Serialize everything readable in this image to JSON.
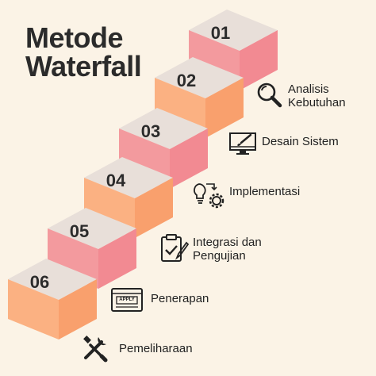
{
  "title": {
    "line1": "Metode",
    "line2": "Waterfall"
  },
  "colors": {
    "background": "#FBF3E6",
    "top_face": "#E8DFD9",
    "pink": "#F39A9E",
    "pink_dark": "#F28A92",
    "orange": "#FBB182",
    "orange_dark": "#F9A06D",
    "text": "#2B2B2B"
  },
  "steps": [
    {
      "number": "01",
      "label_lines": [
        "Analisis",
        "Kebutuhan"
      ],
      "icon": "magnifier-icon",
      "color": "pink"
    },
    {
      "number": "02",
      "label_lines": [
        "Desain Sistem"
      ],
      "icon": "monitor-brush-icon",
      "color": "orange"
    },
    {
      "number": "03",
      "label_lines": [
        "Implementasi"
      ],
      "icon": "bulb-gear-icon",
      "color": "pink"
    },
    {
      "number": "04",
      "label_lines": [
        "Integrasi dan",
        "Pengujian"
      ],
      "icon": "clipboard-check-icon",
      "color": "orange"
    },
    {
      "number": "05",
      "label_lines": [
        "Penerapan"
      ],
      "icon": "apply-window-icon",
      "color": "pink"
    },
    {
      "number": "06",
      "label_lines": [
        "Pemeliharaan"
      ],
      "icon": "wrench-screwdriver-icon",
      "color": "orange"
    }
  ],
  "apply_text": "APPLY"
}
